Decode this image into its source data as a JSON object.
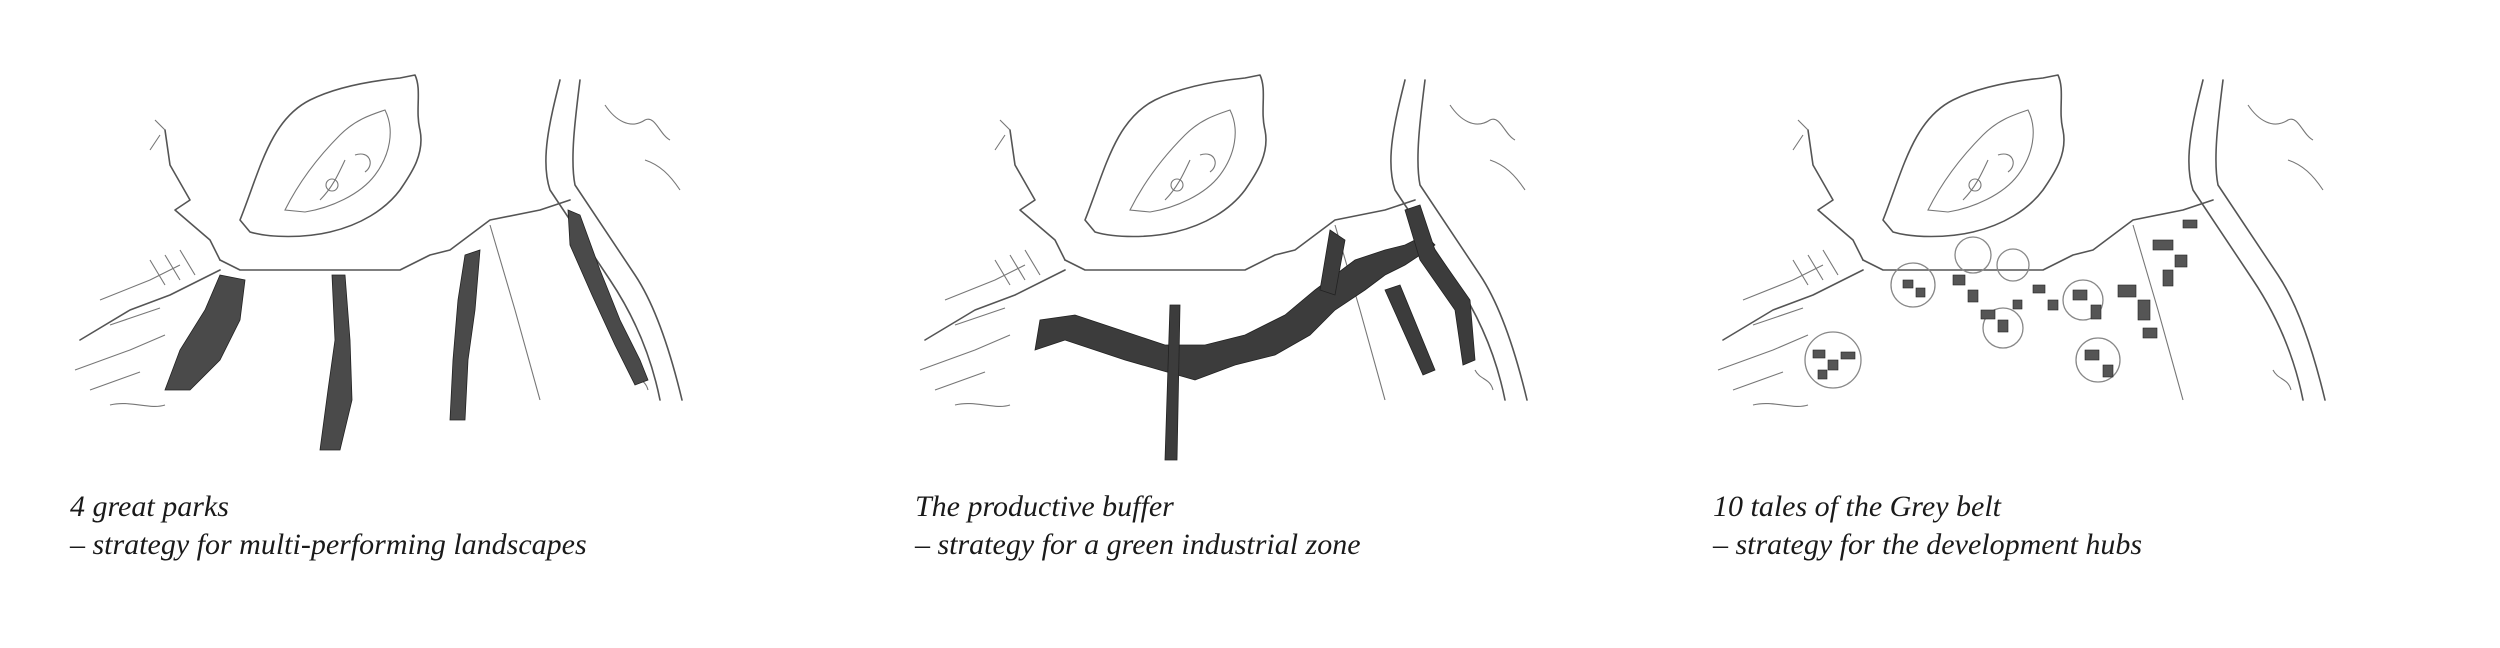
{
  "panels": [
    {
      "line1": "4 great parks",
      "line2": "– strategy for multi-performing landscapes"
    },
    {
      "line1": "The productive buffer",
      "line2": "– strategy for a green industrial zone"
    },
    {
      "line1": "10 tales of the Grey belt",
      "line2": "– strategy for the development hubs"
    }
  ]
}
